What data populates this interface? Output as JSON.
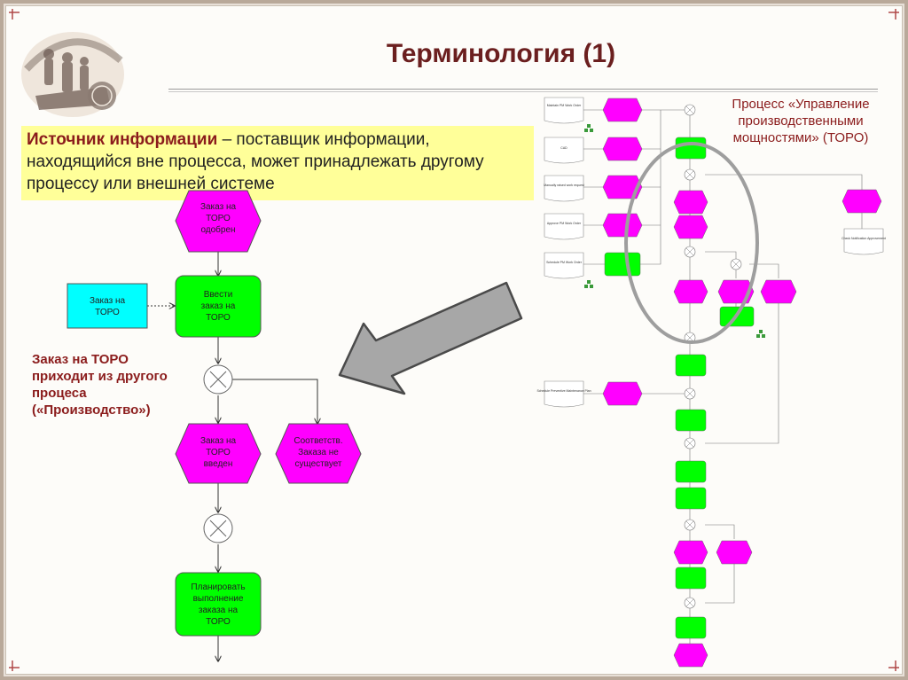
{
  "slide": {
    "title": "Терминология (1)"
  },
  "definition": {
    "term": "Источник информации",
    "text": " – поставщик информации, находящийся вне процесса, может принадлежать другому процессу или внешней системе"
  },
  "process_label": "Процесс «Управление производственными мощностями» (ТОРО)",
  "side_note": "Заказ на ТОРО приходит из другого процеса («Производство»)",
  "flow": {
    "event_approved": [
      "Заказ на",
      "ТОРО",
      "одобрен"
    ],
    "source_order": [
      "Заказ на",
      "ТОРО"
    ],
    "func_enter": [
      "Ввести",
      "заказ на",
      "ТОРО"
    ],
    "event_entered": [
      "Заказ на",
      "ТОРО",
      "введен"
    ],
    "event_nomatch": [
      "Соответств.",
      "Заказа не",
      "существует"
    ],
    "func_plan": [
      "Планировать",
      "выполнение",
      "заказа на",
      "ТОРО"
    ]
  },
  "thumbnail_labels": {
    "left_docs": [
      "Maintain PM Work Order",
      "CAD",
      "Manually raised work request",
      "Approve PM Work Order",
      "Schedule PM Work Order",
      "Schedule Preventive Maintenance Plan"
    ],
    "right_docs": [
      "Check Notification Approvement"
    ]
  },
  "colors": {
    "event": "#ff00ff",
    "function": "#00ff00",
    "source": "#00ffff",
    "title": "#6b1f1f",
    "accent_text": "#8b1c1c",
    "definition_bg": "#ffff99"
  }
}
